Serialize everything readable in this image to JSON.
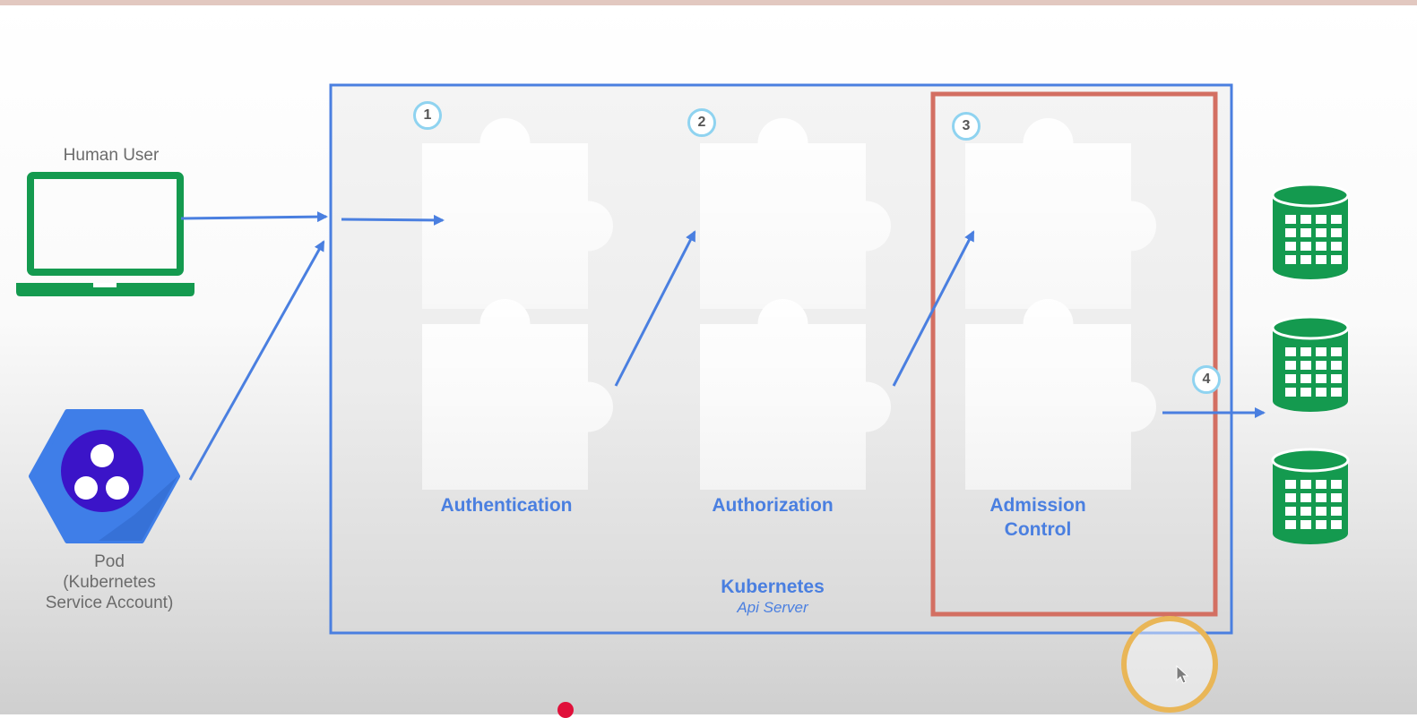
{
  "actors": {
    "human_user": "Human User",
    "pod": [
      "Pod",
      "(Kubernetes",
      "Service Account)"
    ]
  },
  "stages": [
    {
      "number": "1",
      "label": "Authentication"
    },
    {
      "number": "2",
      "label": "Authorization"
    },
    {
      "number": "3",
      "label": [
        "Admission",
        "Control"
      ]
    },
    {
      "number": "4"
    }
  ],
  "server": {
    "title": "Kubernetes",
    "subtitle": "Api Server"
  },
  "colors": {
    "arrow": "#4a7fe0",
    "server_border": "#4a7fe0",
    "admission_border": "#d36f62",
    "actor_green": "#149a4f",
    "pod_blue": "#3f7ee8",
    "pod_purple": "#3b14c8"
  },
  "icons": [
    "laptop-icon",
    "pod-hexagon-icon",
    "puzzle-piece-icon",
    "database-icon",
    "mouse-cursor-icon"
  ]
}
